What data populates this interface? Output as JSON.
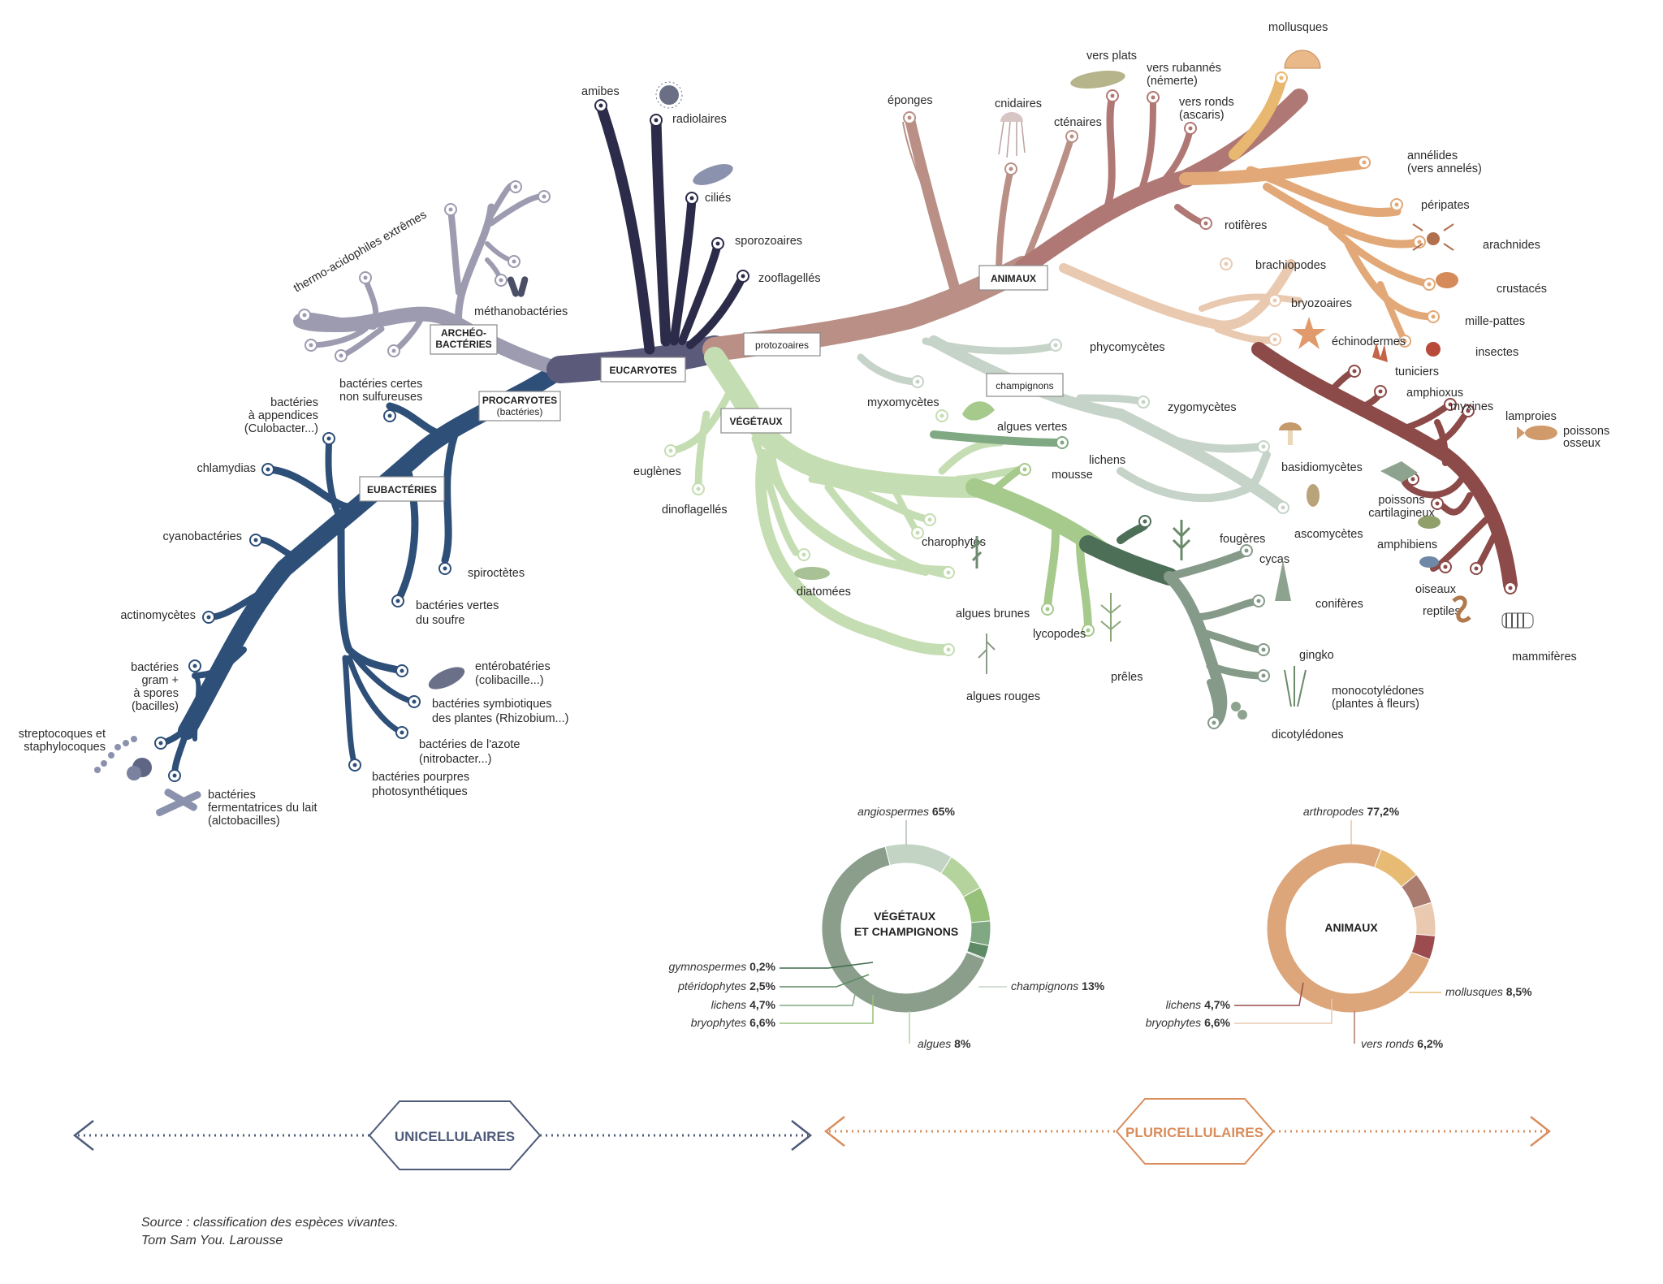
{
  "diagram": {
    "boxes": {
      "archeo": [
        "ARCHÉO-",
        "BACTÉRIES"
      ],
      "procaryotes": [
        "PROCARYOTES",
        "(bactéries)"
      ],
      "eucaryotes": "EUCARYOTES",
      "eubacteries": "EUBACTÉRIES",
      "protozoaires": "protozoaires",
      "vegetaux": "VÉGÉTAUX",
      "champignons": "champignons",
      "animaux": "ANIMAUX"
    },
    "leaves": {
      "thermo": "thermo-acidophiles extrêmes",
      "methano": "méthanobactéries",
      "bacteries_certes": [
        "bactéries certes",
        "non sulfureuses"
      ],
      "appendices": [
        "bactéries",
        "à appendices",
        "(Culobacter...)"
      ],
      "chlamydias": "chlamydias",
      "cyanobacteries": "cyanobactéries",
      "actinomycetes": "actinomycètes",
      "gram": [
        "bactéries",
        "gram +",
        "à spores",
        "(bacilles)"
      ],
      "strepto": [
        "streptocoques et",
        "staphylocoques"
      ],
      "fermentatrices": [
        "bactéries",
        "fermentatrices du lait",
        "(alctobacilles)"
      ],
      "spirochetes": "spiroctètes",
      "vertes_soufre": [
        "bactéries vertes",
        "du soufre"
      ],
      "enterobacteries": [
        "entérobatéries",
        "(colibacille...)"
      ],
      "symbiotiques": [
        "bactéries symbiotiques",
        "des plantes (Rhizobium...)"
      ],
      "azote": [
        "bactéries de l'azote",
        "(nitrobacter...)"
      ],
      "pourpres": [
        "bactéries pourpres",
        "photosynthétiques"
      ],
      "amibes": "amibes",
      "radiolaires": "radiolaires",
      "cilies": "ciliés",
      "sporozoaires": "sporozoaires",
      "zooflagelles": "zooflagellés",
      "euglenes": "euglènes",
      "dinoflagelles": "dinoflagellés",
      "diatomees": "diatomées",
      "charophytes": "charophytes",
      "algues_brunes": "algues brunes",
      "algues_rouges": "algues rouges",
      "algues_vertes": "algues vertes",
      "lichens": "lichens",
      "mousse": "mousse",
      "lycopodes": "lycopodes",
      "preles": "prêles",
      "fougeres": "fougères",
      "cycas": "cycas",
      "coniferes": "conifères",
      "gingko": "gingko",
      "monocotyledones": [
        "monocotylédones",
        "(plantes à fleurs)"
      ],
      "dicotyledones": "dicotylédones",
      "myxomycetes": "myxomycètes",
      "phycomycetes": "phycomycètes",
      "zygomycetes": "zygomycètes",
      "basidiomycetes": "basidiomycètes",
      "ascomycetes": "ascomycètes",
      "eponges": "éponges",
      "cnidaires": "cnidaires",
      "ctenaires": "cténaires",
      "vers_plats": "vers plats",
      "vers_rubannes": [
        "vers rubannés",
        "(némerte)"
      ],
      "vers_ronds": [
        "vers ronds",
        "(ascaris)"
      ],
      "mollusques": "mollusques",
      "rotiferes": "rotifères",
      "annelides": [
        "annélides",
        "(vers annelés)"
      ],
      "peripates": "péripates",
      "arachnides": "arachnides",
      "crustaces": "crustacés",
      "mille_pattes": "mille-pattes",
      "insectes": "insectes",
      "brachiopodes": "brachiopodes",
      "bryozoaires": "bryozoaires",
      "echinodermes": "échinodermes",
      "tuniciers": "tuniciers",
      "amphioxus": "amphioxus",
      "myxines": "myxines",
      "lamproies": "lamproies",
      "poissons_osseux": [
        "poissons",
        "osseux"
      ],
      "poissons_cart": [
        "poissons",
        "cartilagineux"
      ],
      "amphibiens": "amphibiens",
      "oiseaux": "oiseaux",
      "reptiles": "reptiles",
      "mammiferes": "mammifères"
    }
  },
  "donut_vegetaux": {
    "center": [
      "VÉGÉTAUX",
      "ET CHAMPIGNONS"
    ],
    "labels": {
      "angiospermes": {
        "name": "angiospermes",
        "value": "65%"
      },
      "gymnospermes": {
        "name": "gymnospermes",
        "value": "0,2%"
      },
      "pteridophytes": {
        "name": "ptéridophytes",
        "value": "2,5%"
      },
      "lichens": {
        "name": "lichens",
        "value": "4,7%"
      },
      "bryophytes": {
        "name": "bryophytes",
        "value": "6,6%"
      },
      "algues": {
        "name": "algues",
        "value": "8%"
      },
      "champignons": {
        "name": "champignons",
        "value": "13%"
      }
    },
    "segments": [
      {
        "key": "angiospermes",
        "percent": 65,
        "color": "#8a9e8b"
      },
      {
        "key": "champignons",
        "percent": 13,
        "color": "#c3d3c4"
      },
      {
        "key": "algues",
        "percent": 8,
        "color": "#b4d39d"
      },
      {
        "key": "bryophytes",
        "percent": 6.6,
        "color": "#97c07a"
      },
      {
        "key": "lichens",
        "percent": 4.7,
        "color": "#7fa883"
      },
      {
        "key": "pteridophytes",
        "percent": 2.5,
        "color": "#5e8a65"
      },
      {
        "key": "gymnospermes",
        "percent": 0.2,
        "color": "#3f6a4f"
      }
    ]
  },
  "donut_animaux": {
    "center": "ANIMAUX",
    "labels": {
      "arthropodes": {
        "name": "arthropodes",
        "value": "77,2%"
      },
      "lichens": {
        "name": "lichens",
        "value": "4,7%"
      },
      "bryophytes": {
        "name": "bryophytes",
        "value": "6,6%"
      },
      "vers_ronds": {
        "name": "vers ronds",
        "value": "6,2%"
      },
      "mollusques": {
        "name": "mollusques",
        "value": "8,5%"
      }
    },
    "segments": [
      {
        "key": "arthropodes",
        "percent": 77.2,
        "color": "#dca57a"
      },
      {
        "key": "mollusques",
        "percent": 8.5,
        "color": "#e8bb75"
      },
      {
        "key": "vers_ronds",
        "percent": 6.2,
        "color": "#a97a6e"
      },
      {
        "key": "bryophytes",
        "percent": 6.6,
        "color": "#e9c9b0"
      },
      {
        "key": "lichens",
        "percent": 4.7,
        "color": "#9c4c4e"
      }
    ]
  },
  "footer": {
    "unicellulaires": "UNICELLULAIRES",
    "pluricellulaires": "PLURICELLULAIRES",
    "source_line1": "Source : classification des espèces vivantes.",
    "source_line2": "Tom Sam You. Larousse"
  },
  "colors": {
    "eubacteries": "#2e4f78",
    "archeo": "#9d9bb0",
    "eucaryotes": "#5c5a7a",
    "protozoa_dark": "#2c2c4a",
    "animaux": "#b98f86",
    "animaux_dark": "#8c4a48",
    "animaux_orange": "#e2a877",
    "animaux_gold": "#e8b870",
    "vegetaux": "#c5ddb2",
    "vegetaux_mid": "#a6c98c",
    "vegetaux_dark": "#4d6f58",
    "vegetaux_grey": "#859a89",
    "champignons": "#c6d3c8",
    "unicellulaires": "#4d5a7a",
    "pluricellulaires": "#d98d5c"
  }
}
